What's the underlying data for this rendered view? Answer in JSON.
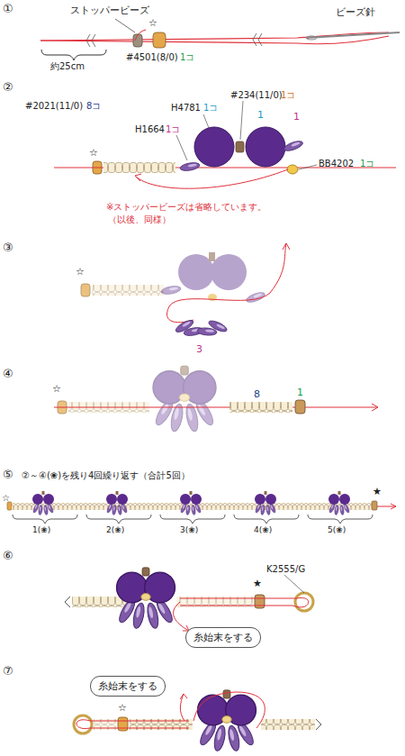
{
  "diagram": {
    "nodes": [
      {
        "text": [
          "糸始末をする"
        ]
      },
      {
        "text": [
          "糸始末をする"
        ]
      }
    ],
    "labels": [
      "①",
      "ストッパービーズ",
      "☆",
      "ビーズ針",
      "約25cm",
      "#4501(8/0)",
      "1コ",
      "②",
      "#2021(11/0)",
      "8コ",
      "H1664",
      "1コ",
      "H4781",
      "1コ",
      "#234(11/0)",
      "1コ",
      "1",
      "1",
      "BB4202",
      "1コ",
      "☆",
      "※ストッパービーズは省略しています。",
      "（以後、同様）",
      "③",
      "☆",
      "3",
      "④",
      "☆",
      "8",
      "1",
      "⑤",
      "②～④(❀)を残り4回繰り返す（合計5回）",
      "☆",
      "★",
      "1(❀)",
      "2(❀)",
      "3(❀)",
      "4(❀)",
      "5(❀)",
      "⑥",
      "K2555/G",
      "★",
      "⑦",
      "☆"
    ]
  }
}
